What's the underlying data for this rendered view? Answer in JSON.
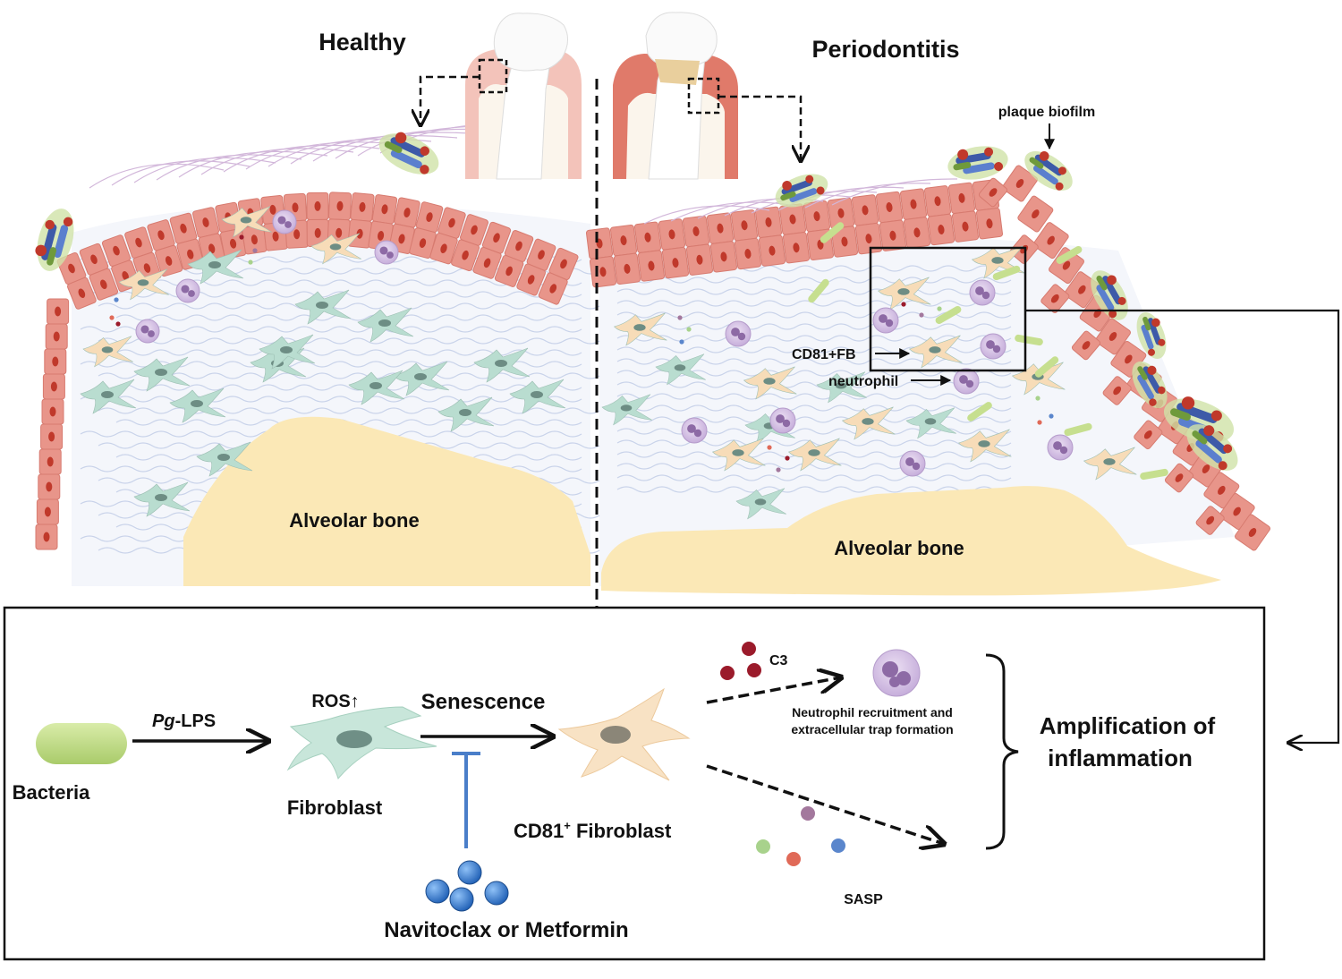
{
  "top": {
    "healthy_title": "Healthy",
    "periodontitis_title": "Periodontitis",
    "plaque_label": "plaque biofilm",
    "cd81_label": "CD81+FB",
    "neutrophil_label": "neutrophil",
    "bone_label_left": "Alveolar bone",
    "bone_label_right": "Alveolar bone"
  },
  "pathway": {
    "bacteria": "Bacteria",
    "pg_italic": "Pg",
    "pg_rest": "-LPS",
    "ros": "ROS↑",
    "senescence": "Senescence",
    "fibroblast": "Fibroblast",
    "cd81_prefix": "CD81",
    "cd81_sup": "+",
    "cd81_suffix": " Fibroblast",
    "inhibitors": "Navitoclax or Metformin",
    "c3": "C3",
    "recruit_line1": "Neutrophil recruitment and",
    "recruit_line2": "extracellular trap formation",
    "sasp": "SASP",
    "amp_line1": "Amplification of",
    "amp_line2": "inflammation"
  },
  "colors": {
    "epithelium": "#e8958a",
    "nucleus": "#c0392b",
    "bone": "#fbe8b6",
    "fibroblast_green": "#b9ddd0",
    "fibroblast_orange": "#f7dcb8",
    "neutrophil": "#cdb6dc",
    "bacteria": "#c6df8f",
    "inhibitor": "#3b7fd1",
    "inhibit_bar": "#4a7ec9"
  }
}
